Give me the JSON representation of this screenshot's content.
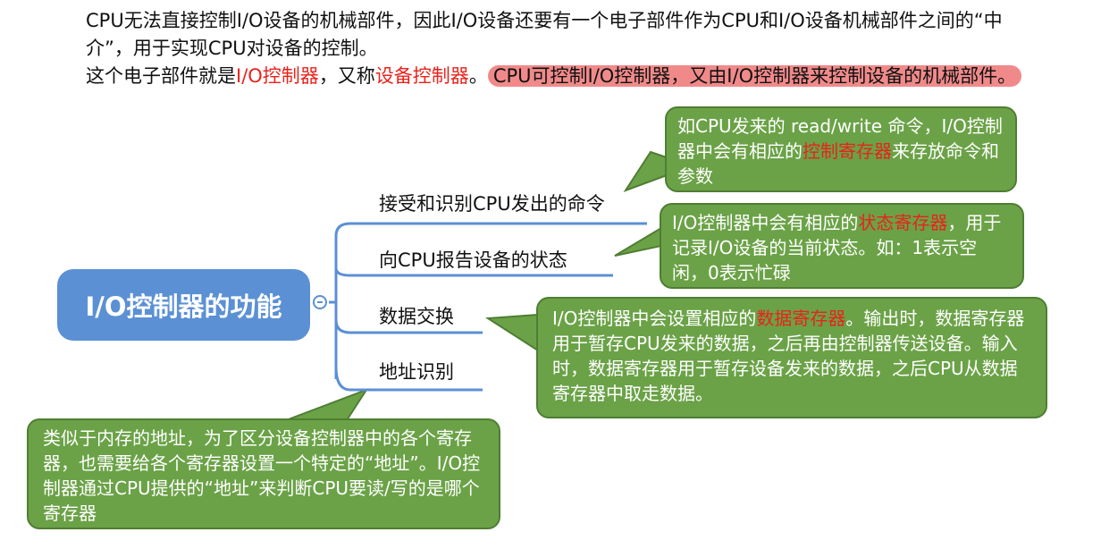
{
  "intro": {
    "line1": "CPU无法直接控制I/O设备的机械部件，因此I/O设备还要有一个电子部件作为CPU和I/O设备机械部件之间的“中介”，用于实现CPU对设备的控制。",
    "line2_prefix": "这个电子部件就是",
    "line2_term1": "I/O控制器",
    "line2_mid": "，又称",
    "line2_term2": "设备控制器",
    "line2_dot": "。",
    "line2_highlight": "CPU可控制I/O控制器，又由I/O控制器来控制设备的机械部件。"
  },
  "central": {
    "label": "I/O控制器的功能"
  },
  "branches": [
    {
      "label": "接受和识别CPU发出的命令"
    },
    {
      "label": "向CPU报告设备的状态"
    },
    {
      "label": "数据交换"
    },
    {
      "label": "地址识别"
    }
  ],
  "callouts": {
    "command": {
      "before": "如CPU发来的 read/write 命令，I/O控制器中会有相应的",
      "term": "控制寄存器",
      "after": "来存放命令和参数"
    },
    "status": {
      "before": "I/O控制器中会有相应的",
      "term": "状态寄存器",
      "after": "，用于记录I/O设备的当前状态。如：1表示空闲，0表示忙碌"
    },
    "data": {
      "before": "I/O控制器中会设置相应的",
      "term": "数据寄存器",
      "after": "。输出时，数据寄存器用于暂存CPU发来的数据，之后再由控制器传送设备。输入时，数据寄存器用于暂存设备发来的数据，之后CPU从数据寄存器中取走数据。"
    },
    "address": {
      "text": "类似于内存的地址，为了区分设备控制器中的各个寄存器，也需要给各个寄存器设置一个特定的“地址”。I/O控制器通过CPU提供的“地址”来判断CPU要读/写的是哪个寄存器"
    }
  },
  "colors": {
    "central": "#5b90d4",
    "callout": "#6ba247",
    "highlight": "#f08a8a",
    "term_red": "#e8231c"
  }
}
